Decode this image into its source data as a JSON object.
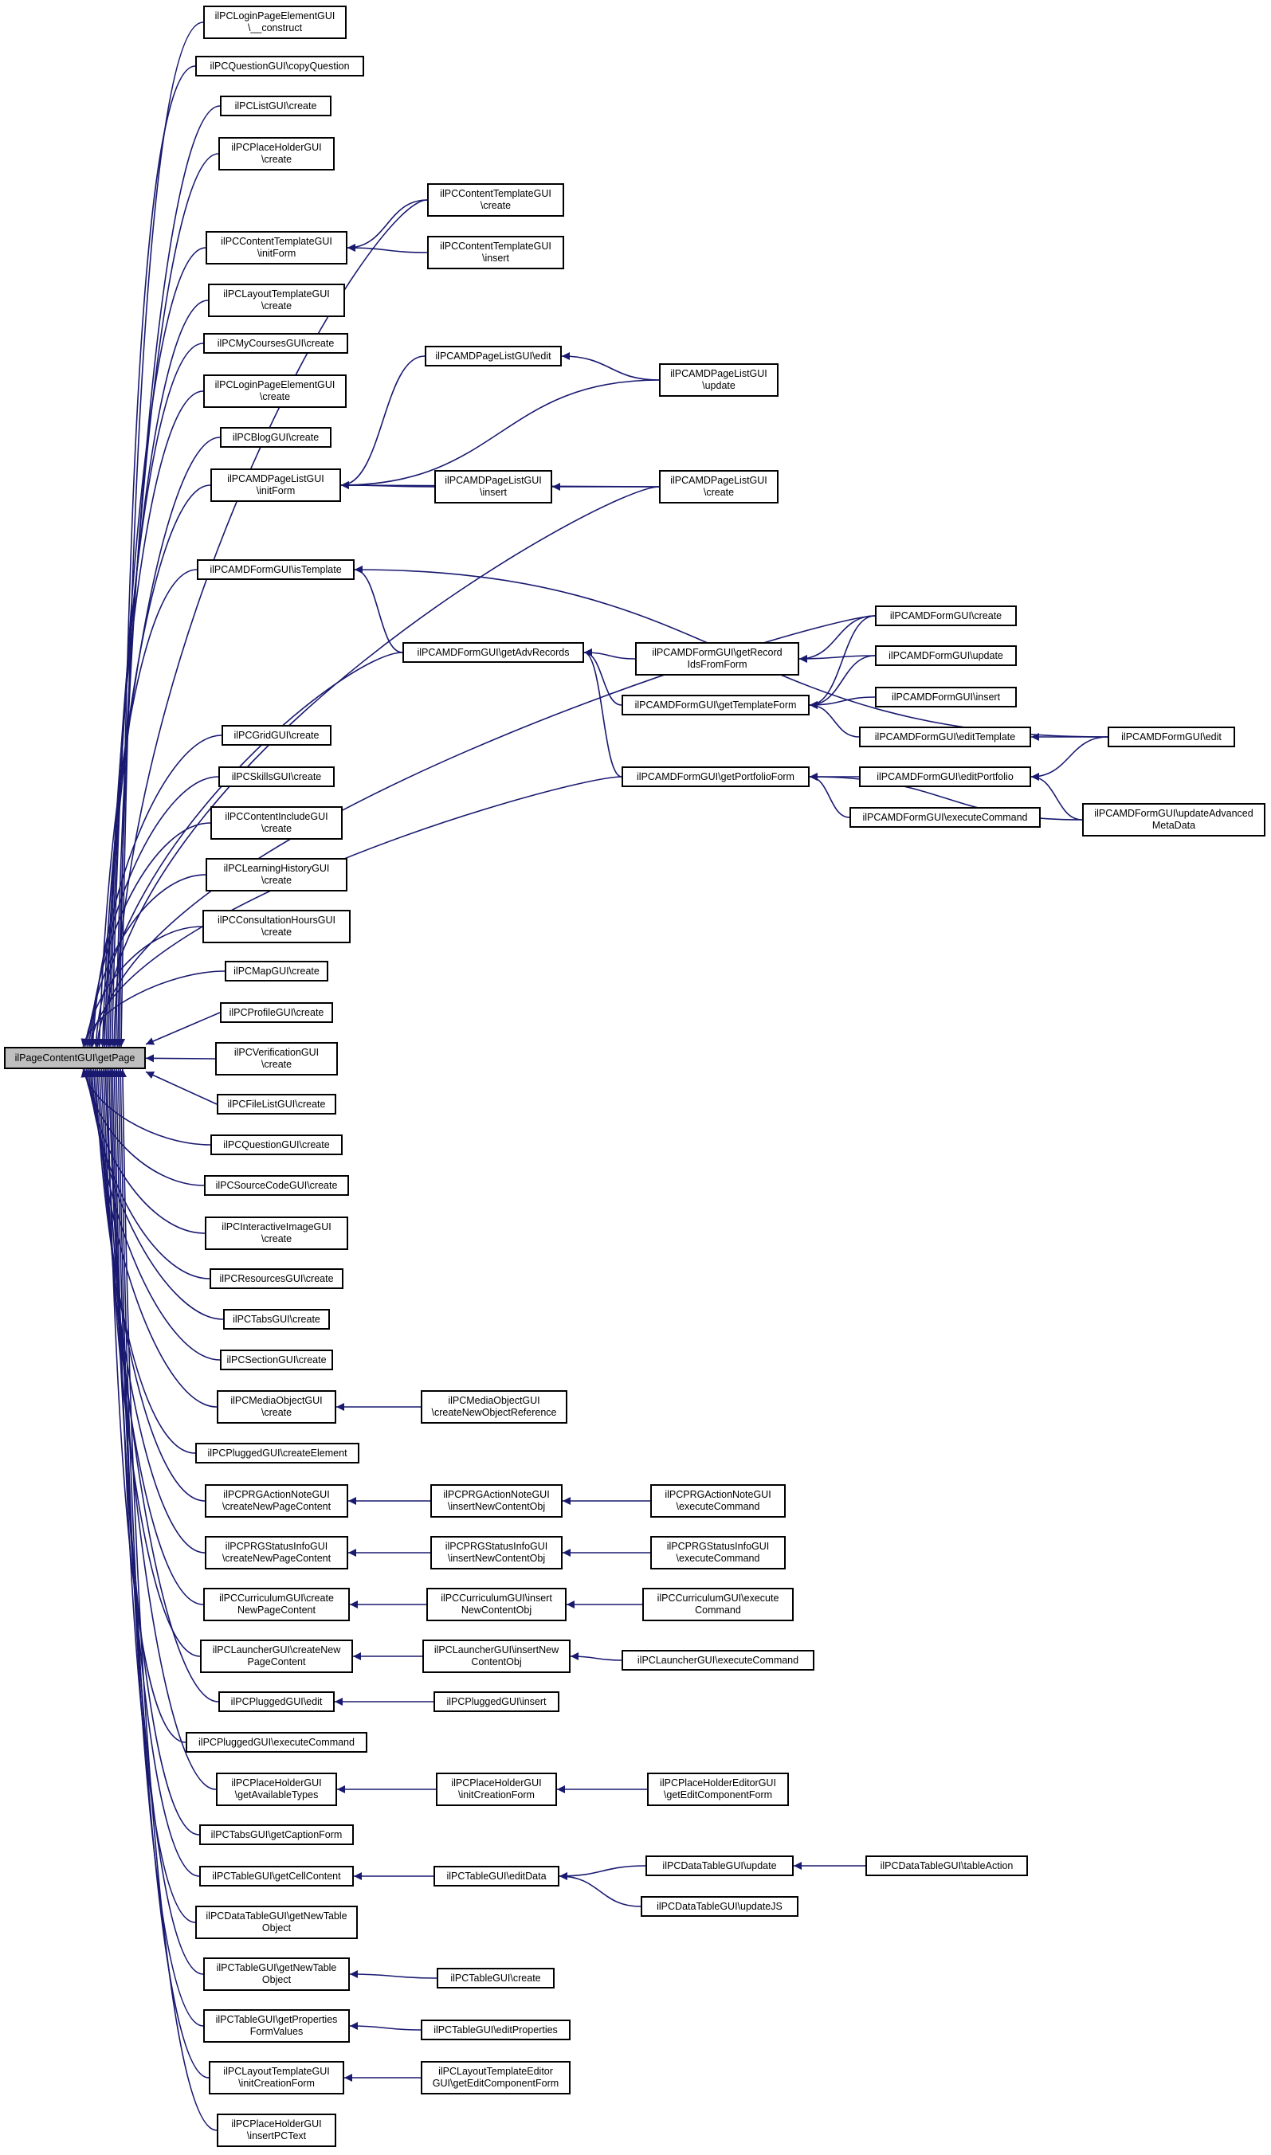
{
  "diagram": {
    "root": "ilPageContentGUI\\getPage",
    "colors": {
      "edge": "#191970",
      "node_border": "#000000",
      "root_fill": "#bfbfbf",
      "node_fill": "#ffffff"
    },
    "nodes": [
      {
        "id": "root",
        "label": "ilPageContentGUI\\getPage"
      },
      {
        "id": "n1",
        "label": "ilPCLoginPageElementGUI\n\\__construct"
      },
      {
        "id": "n2",
        "label": "ilPCQuestionGUI\\copyQuestion"
      },
      {
        "id": "n3",
        "label": "ilPCListGUI\\create"
      },
      {
        "id": "n4",
        "label": "ilPCPlaceHolderGUI\n\\create"
      },
      {
        "id": "n5",
        "label": "ilPCContentTemplateGUI\n\\initForm"
      },
      {
        "id": "n5a",
        "label": "ilPCContentTemplateGUI\n\\create"
      },
      {
        "id": "n5b",
        "label": "ilPCContentTemplateGUI\n\\insert"
      },
      {
        "id": "n6",
        "label": "ilPCLayoutTemplateGUI\n\\create"
      },
      {
        "id": "n7",
        "label": "ilPCMyCoursesGUI\\create"
      },
      {
        "id": "n8",
        "label": "ilPCLoginPageElementGUI\n\\create"
      },
      {
        "id": "n9",
        "label": "ilPCBlogGUI\\create"
      },
      {
        "id": "n10",
        "label": "ilPCAMDPageListGUI\n\\initForm"
      },
      {
        "id": "n10a",
        "label": "ilPCAMDPageListGUI\\edit"
      },
      {
        "id": "n10b",
        "label": "ilPCAMDPageListGUI\n\\insert"
      },
      {
        "id": "n10c",
        "label": "ilPCAMDPageListGUI\n\\update"
      },
      {
        "id": "n10d",
        "label": "ilPCAMDPageListGUI\n\\create"
      },
      {
        "id": "n11",
        "label": "ilPCAMDFormGUI\\isTemplate"
      },
      {
        "id": "f1",
        "label": "ilPCAMDFormGUI\\getAdvRecords"
      },
      {
        "id": "f2",
        "label": "ilPCAMDFormGUI\\getRecord\nIdsFromForm"
      },
      {
        "id": "f3",
        "label": "ilPCAMDFormGUI\\getTemplateForm"
      },
      {
        "id": "f4",
        "label": "ilPCAMDFormGUI\\getPortfolioForm"
      },
      {
        "id": "f5",
        "label": "ilPCAMDFormGUI\\create"
      },
      {
        "id": "f6",
        "label": "ilPCAMDFormGUI\\update"
      },
      {
        "id": "f7",
        "label": "ilPCAMDFormGUI\\insert"
      },
      {
        "id": "f8",
        "label": "ilPCAMDFormGUI\\editTemplate"
      },
      {
        "id": "f9",
        "label": "ilPCAMDFormGUI\\edit"
      },
      {
        "id": "f10",
        "label": "ilPCAMDFormGUI\\editPortfolio"
      },
      {
        "id": "f11",
        "label": "ilPCAMDFormGUI\\executeCommand"
      },
      {
        "id": "f12",
        "label": "ilPCAMDFormGUI\\updateAdvanced\nMetaData"
      },
      {
        "id": "n12",
        "label": "ilPCGridGUI\\create"
      },
      {
        "id": "n13",
        "label": "ilPCSkillsGUI\\create"
      },
      {
        "id": "n14",
        "label": "ilPCContentIncludeGUI\n\\create"
      },
      {
        "id": "n15",
        "label": "ilPCLearningHistoryGUI\n\\create"
      },
      {
        "id": "n16",
        "label": "ilPCConsultationHoursGUI\n\\create"
      },
      {
        "id": "n17",
        "label": "ilPCMapGUI\\create"
      },
      {
        "id": "n18",
        "label": "ilPCProfileGUI\\create"
      },
      {
        "id": "n19",
        "label": "ilPCVerificationGUI\n\\create"
      },
      {
        "id": "n20",
        "label": "ilPCFileListGUI\\create"
      },
      {
        "id": "n21",
        "label": "ilPCQuestionGUI\\create"
      },
      {
        "id": "n22",
        "label": "ilPCSourceCodeGUI\\create"
      },
      {
        "id": "n23",
        "label": "ilPCInteractiveImageGUI\n\\create"
      },
      {
        "id": "n24",
        "label": "ilPCResourcesGUI\\create"
      },
      {
        "id": "n25",
        "label": "ilPCTabsGUI\\create"
      },
      {
        "id": "n26",
        "label": "ilPCSectionGUI\\create"
      },
      {
        "id": "n27",
        "label": "ilPCMediaObjectGUI\n\\create"
      },
      {
        "id": "n27a",
        "label": "ilPCMediaObjectGUI\n\\createNewObjectReference"
      },
      {
        "id": "n28",
        "label": "ilPCPluggedGUI\\createElement"
      },
      {
        "id": "n29",
        "label": "ilPCPRGActionNoteGUI\n\\createNewPageContent"
      },
      {
        "id": "n29a",
        "label": "ilPCPRGActionNoteGUI\n\\insertNewContentObj"
      },
      {
        "id": "n29b",
        "label": "ilPCPRGActionNoteGUI\n\\executeCommand"
      },
      {
        "id": "n30",
        "label": "ilPCPRGStatusInfoGUI\n\\createNewPageContent"
      },
      {
        "id": "n30a",
        "label": "ilPCPRGStatusInfoGUI\n\\insertNewContentObj"
      },
      {
        "id": "n30b",
        "label": "ilPCPRGStatusInfoGUI\n\\executeCommand"
      },
      {
        "id": "n31",
        "label": "ilPCCurriculumGUI\\create\nNewPageContent"
      },
      {
        "id": "n31a",
        "label": "ilPCCurriculumGUI\\insert\nNewContentObj"
      },
      {
        "id": "n31b",
        "label": "ilPCCurriculumGUI\\execute\nCommand"
      },
      {
        "id": "n32",
        "label": "ilPCLauncherGUI\\createNew\nPageContent"
      },
      {
        "id": "n32a",
        "label": "ilPCLauncherGUI\\insertNew\nContentObj"
      },
      {
        "id": "n32b",
        "label": "ilPCLauncherGUI\\executeCommand"
      },
      {
        "id": "n33",
        "label": "ilPCPluggedGUI\\edit"
      },
      {
        "id": "n33a",
        "label": "ilPCPluggedGUI\\insert"
      },
      {
        "id": "n34",
        "label": "ilPCPluggedGUI\\executeCommand"
      },
      {
        "id": "n35",
        "label": "ilPCPlaceHolderGUI\n\\getAvailableTypes"
      },
      {
        "id": "n35a",
        "label": "ilPCPlaceHolderGUI\n\\initCreationForm"
      },
      {
        "id": "n35b",
        "label": "ilPCPlaceHolderEditorGUI\n\\getEditComponentForm"
      },
      {
        "id": "n36",
        "label": "ilPCTabsGUI\\getCaptionForm"
      },
      {
        "id": "n37",
        "label": "ilPCTableGUI\\getCellContent"
      },
      {
        "id": "n37a",
        "label": "ilPCTableGUI\\editData"
      },
      {
        "id": "n37b",
        "label": "ilPCDataTableGUI\\update"
      },
      {
        "id": "n37c",
        "label": "ilPCDataTableGUI\\tableAction"
      },
      {
        "id": "n37d",
        "label": "ilPCDataTableGUI\\updateJS"
      },
      {
        "id": "n38",
        "label": "ilPCDataTableGUI\\getNewTable\nObject"
      },
      {
        "id": "n39",
        "label": "ilPCTableGUI\\getNewTable\nObject"
      },
      {
        "id": "n39a",
        "label": "ilPCTableGUI\\create"
      },
      {
        "id": "n40",
        "label": "ilPCTableGUI\\getProperties\nFormValues"
      },
      {
        "id": "n40a",
        "label": "ilPCTableGUI\\editProperties"
      },
      {
        "id": "n41",
        "label": "ilPCLayoutTemplateGUI\n\\initCreationForm"
      },
      {
        "id": "n41a",
        "label": "ilPCLayoutTemplateEditor\nGUI\\getEditComponentForm"
      },
      {
        "id": "n42",
        "label": "ilPCPlaceHolderGUI\n\\insertPCText"
      }
    ],
    "edges": [
      [
        "n1",
        "root"
      ],
      [
        "n2",
        "root"
      ],
      [
        "n3",
        "root"
      ],
      [
        "n4",
        "root"
      ],
      [
        "n5",
        "root"
      ],
      [
        "n5a",
        "root"
      ],
      [
        "n6",
        "root"
      ],
      [
        "n7",
        "root"
      ],
      [
        "n8",
        "root"
      ],
      [
        "n9",
        "root"
      ],
      [
        "n10",
        "root"
      ],
      [
        "n10d",
        "root"
      ],
      [
        "n11",
        "root"
      ],
      [
        "f5",
        "root"
      ],
      [
        "f1",
        "root"
      ],
      [
        "f4",
        "root"
      ],
      [
        "n12",
        "root"
      ],
      [
        "n13",
        "root"
      ],
      [
        "n14",
        "root"
      ],
      [
        "n15",
        "root"
      ],
      [
        "n16",
        "root"
      ],
      [
        "n17",
        "root"
      ],
      [
        "n18",
        "root"
      ],
      [
        "n19",
        "root"
      ],
      [
        "n20",
        "root"
      ],
      [
        "n21",
        "root"
      ],
      [
        "n22",
        "root"
      ],
      [
        "n23",
        "root"
      ],
      [
        "n24",
        "root"
      ],
      [
        "n25",
        "root"
      ],
      [
        "n26",
        "root"
      ],
      [
        "n27",
        "root"
      ],
      [
        "n28",
        "root"
      ],
      [
        "n29",
        "root"
      ],
      [
        "n30",
        "root"
      ],
      [
        "n31",
        "root"
      ],
      [
        "n32",
        "root"
      ],
      [
        "n33",
        "root"
      ],
      [
        "n34",
        "root"
      ],
      [
        "n35",
        "root"
      ],
      [
        "n36",
        "root"
      ],
      [
        "n37",
        "root"
      ],
      [
        "n38",
        "root"
      ],
      [
        "n39",
        "root"
      ],
      [
        "n40",
        "root"
      ],
      [
        "n41",
        "root"
      ],
      [
        "n42",
        "root"
      ],
      [
        "n5a",
        "n5"
      ],
      [
        "n5b",
        "n5"
      ],
      [
        "n10a",
        "n10"
      ],
      [
        "n10c",
        "n10"
      ],
      [
        "n10b",
        "n10"
      ],
      [
        "n10d",
        "n10"
      ],
      [
        "n10c",
        "n10a"
      ],
      [
        "n10d",
        "n10b"
      ],
      [
        "f9",
        "n11"
      ],
      [
        "f1",
        "n11"
      ],
      [
        "f2",
        "f1"
      ],
      [
        "f3",
        "f1"
      ],
      [
        "f4",
        "f1"
      ],
      [
        "f5",
        "f2"
      ],
      [
        "f6",
        "f2"
      ],
      [
        "f5",
        "f3"
      ],
      [
        "f6",
        "f3"
      ],
      [
        "f7",
        "f3"
      ],
      [
        "f8",
        "f3"
      ],
      [
        "f9",
        "f8"
      ],
      [
        "f10",
        "f4"
      ],
      [
        "f11",
        "f4"
      ],
      [
        "f12",
        "f4"
      ],
      [
        "f9",
        "f10"
      ],
      [
        "f12",
        "f10"
      ],
      [
        "n27a",
        "n27"
      ],
      [
        "n29a",
        "n29"
      ],
      [
        "n29b",
        "n29a"
      ],
      [
        "n30a",
        "n30"
      ],
      [
        "n30b",
        "n30a"
      ],
      [
        "n31a",
        "n31"
      ],
      [
        "n31b",
        "n31a"
      ],
      [
        "n32a",
        "n32"
      ],
      [
        "n32b",
        "n32a"
      ],
      [
        "n33a",
        "n33"
      ],
      [
        "n35a",
        "n35"
      ],
      [
        "n35b",
        "n35a"
      ],
      [
        "n37a",
        "n37"
      ],
      [
        "n37b",
        "n37a"
      ],
      [
        "n37d",
        "n37a"
      ],
      [
        "n37c",
        "n37b"
      ],
      [
        "n39a",
        "n39"
      ],
      [
        "n40a",
        "n40"
      ],
      [
        "n41a",
        "n41"
      ]
    ]
  }
}
